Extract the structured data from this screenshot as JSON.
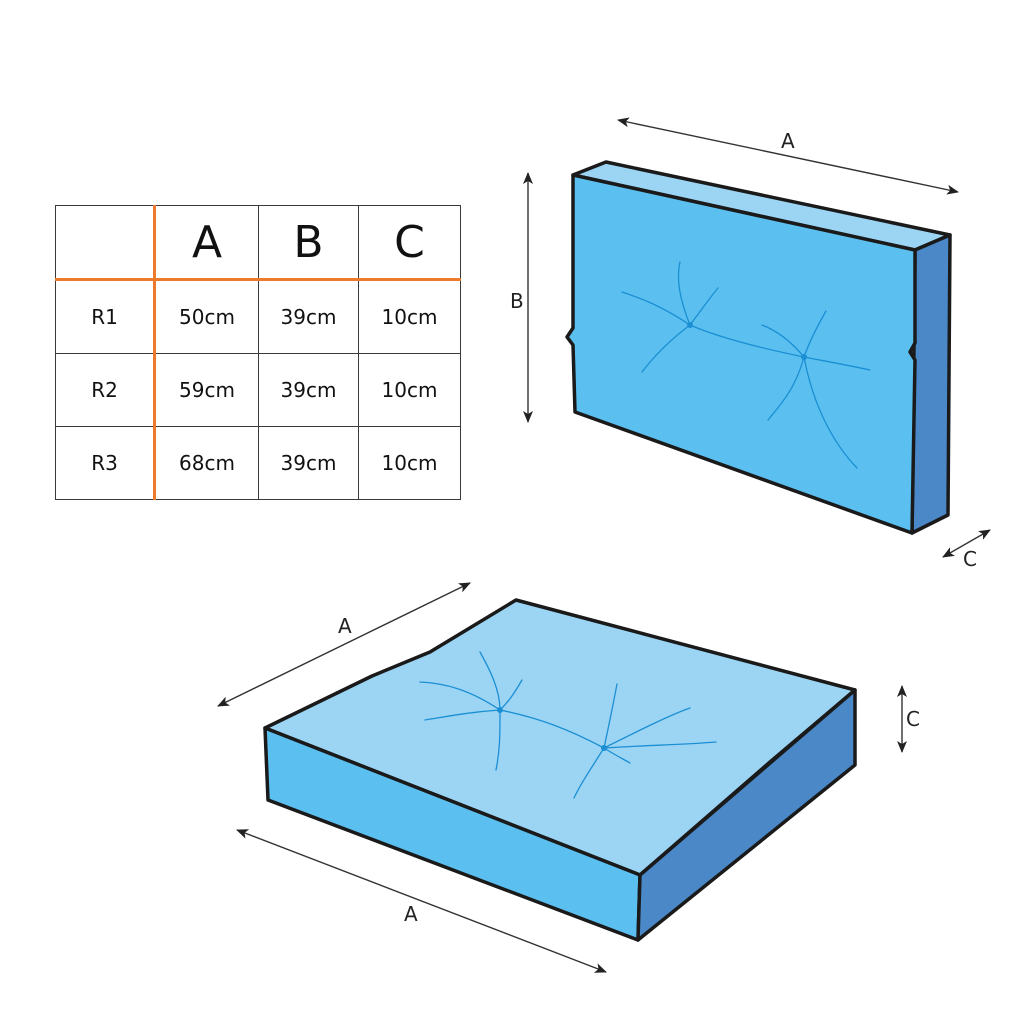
{
  "table": {
    "headers": [
      "",
      "A",
      "B",
      "C"
    ],
    "rows": [
      {
        "label": "R1",
        "values": [
          "50cm",
          "39cm",
          "10cm"
        ]
      },
      {
        "label": "R2",
        "values": [
          "59cm",
          "39cm",
          "10cm"
        ]
      },
      {
        "label": "R3",
        "values": [
          "68cm",
          "39cm",
          "10cm"
        ]
      }
    ]
  },
  "back_cushion": {
    "label_a": "A",
    "label_b": "B",
    "label_c": "C"
  },
  "seat_cushion": {
    "label_a_top": "A",
    "label_a_bottom": "A",
    "label_c": "C"
  },
  "colors": {
    "table_accent": "#ec7a2c",
    "cushion_top": "#9cd5f4",
    "cushion_front": "#5bbff0",
    "cushion_side": "#4a88c8",
    "seam": "#1b8fd3"
  }
}
